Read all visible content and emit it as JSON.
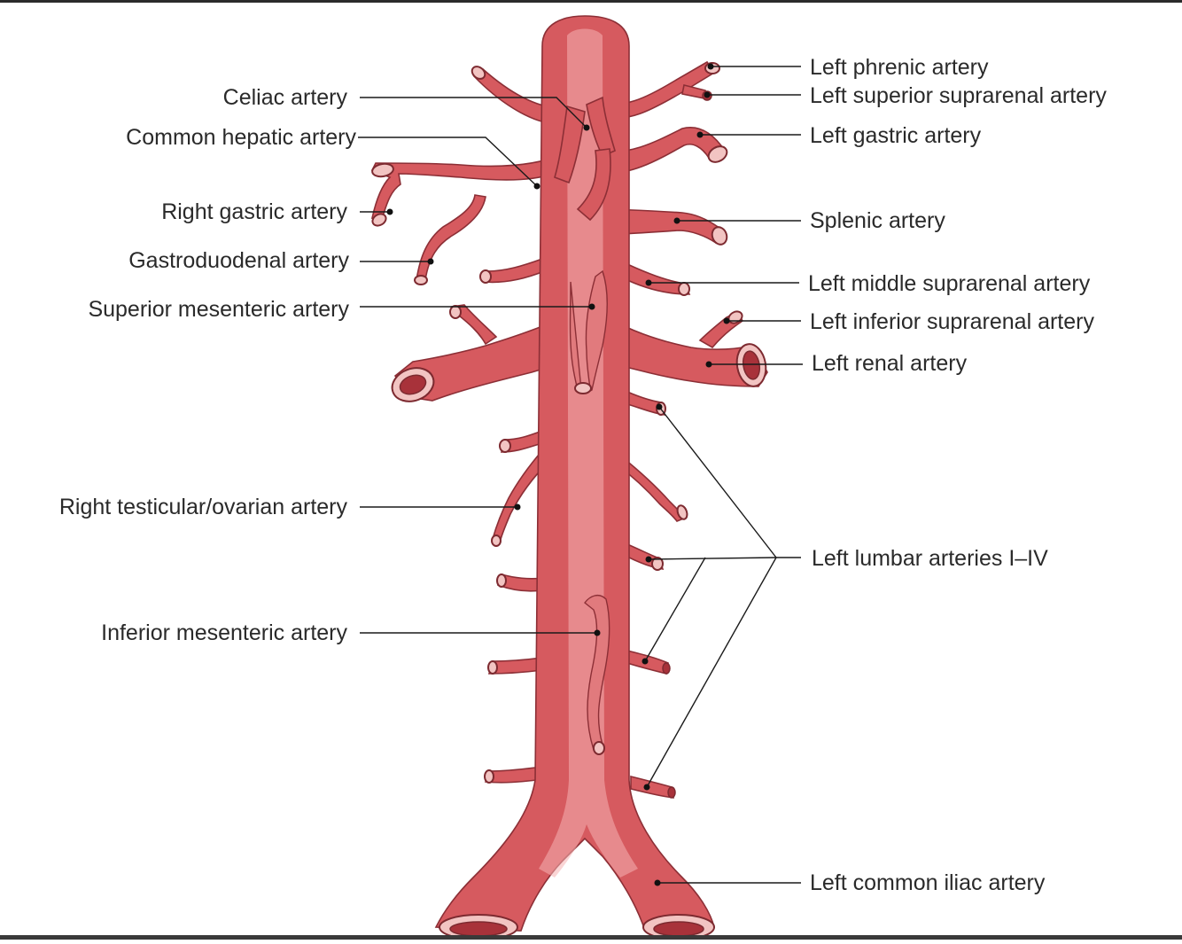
{
  "labels": {
    "celiac": "Celiac artery",
    "common_hepatic": "Common hepatic artery",
    "right_gastric": "Right gastric artery",
    "gastroduodenal": "Gastroduodenal artery",
    "superior_mesenteric": "Superior mesenteric artery",
    "right_testicular": "Right testicular/ovarian artery",
    "inferior_mesenteric": "Inferior mesenteric artery",
    "left_phrenic": "Left phrenic artery",
    "left_superior_suprarenal": "Left superior suprarenal artery",
    "left_gastric": "Left gastric artery",
    "splenic": "Splenic artery",
    "left_middle_suprarenal": "Left middle suprarenal artery",
    "left_inferior_suprarenal": "Left inferior suprarenal artery",
    "left_renal": "Left renal artery",
    "left_lumbar": "Left lumbar arteries I–IV",
    "left_common_iliac": "Left common iliac artery"
  },
  "colors": {
    "artery": "#d65a5f",
    "artery_outline": "#8c2f36",
    "lumen": "#f2c4c2",
    "leader": "#1a1a1a",
    "text": "#2a2a2a"
  }
}
